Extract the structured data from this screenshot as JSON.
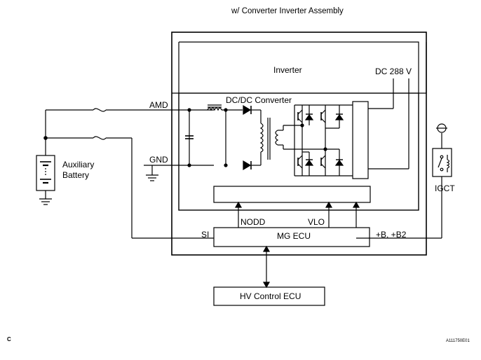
{
  "title": "w/ Converter Inverter Assembly",
  "labels": {
    "inverter": "Inverter",
    "dc_288v": "DC 288 V",
    "dcdc_converter": "DC/DC Converter",
    "amd": "AMD",
    "gnd": "GND",
    "auxiliary_battery_line1": "Auxiliary",
    "auxiliary_battery_line2": "Battery",
    "igct": "IGCT",
    "si": "SI",
    "nodd": "NODD",
    "vlo": "VLO",
    "mg_ecu": "MG ECU",
    "b_b2": "+B, +B2",
    "hv_control_ecu": "HV Control ECU",
    "corner_c": "C",
    "figure_id": "A111750E01"
  }
}
